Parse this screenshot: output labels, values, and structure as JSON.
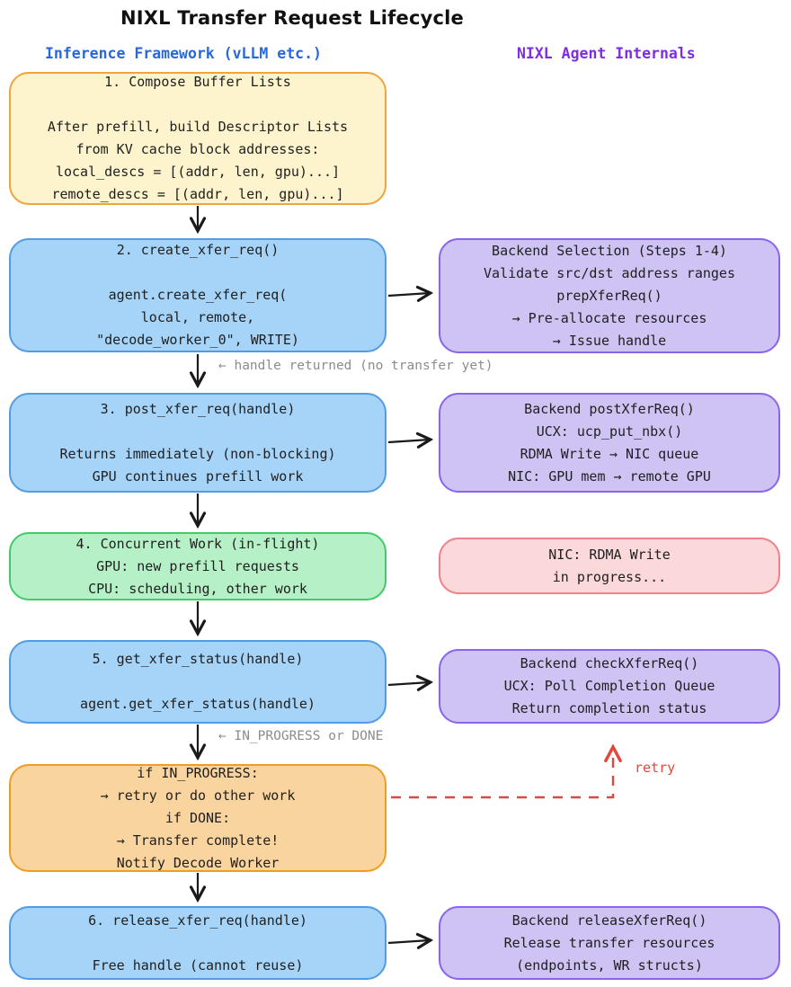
{
  "title": "NIXL Transfer Request Lifecycle",
  "headers": {
    "left": "Inference Framework (vLLM etc.)",
    "right": "NIXL Agent Internals"
  },
  "left_boxes": [
    {
      "name": "compose-buffer-lists",
      "text": "1. Compose Buffer Lists\n\nAfter prefill, build Descriptor Lists\nfrom KV cache block addresses:\nlocal_descs = [(addr, len, gpu)...]\nremote_descs = [(addr, len, gpu)...]"
    },
    {
      "name": "create-xfer-req",
      "text": "2. create_xfer_req()\n\nagent.create_xfer_req(\nlocal, remote,\n\"decode_worker_0\", WRITE)"
    },
    {
      "name": "post-xfer-req",
      "text": "3. post_xfer_req(handle)\n\nReturns immediately (non-blocking)\nGPU continues prefill work"
    },
    {
      "name": "concurrent-work",
      "text": "4. Concurrent Work (in-flight)\nGPU: new prefill requests\nCPU: scheduling, other work"
    },
    {
      "name": "get-xfer-status",
      "text": "5. get_xfer_status(handle)\n\nagent.get_xfer_status(handle)"
    },
    {
      "name": "status-branch",
      "text": "if IN_PROGRESS:\n→ retry or do other work\nif DONE:\n→ Transfer complete!\nNotify Decode Worker"
    },
    {
      "name": "release-xfer-req",
      "text": "6. release_xfer_req(handle)\n\nFree handle (cannot reuse)"
    }
  ],
  "right_boxes": [
    {
      "name": "backend-selection",
      "text": "Backend Selection (Steps 1-4)\nValidate src/dst address ranges\nprepXferReq()\n→ Pre-allocate resources\n→ Issue handle"
    },
    {
      "name": "backend-post-xfer-req",
      "text": "Backend postXferReq()\nUCX: ucp_put_nbx()\nRDMA Write → NIC queue\nNIC: GPU mem → remote GPU"
    },
    {
      "name": "nic-rdma-in-progress",
      "text": "NIC: RDMA Write\nin progress..."
    },
    {
      "name": "backend-check-xfer-req",
      "text": "Backend checkXferReq()\nUCX: Poll Completion Queue\nReturn completion status"
    },
    {
      "name": "backend-release-xfer-req",
      "text": "Backend releaseXferReq()\nRelease transfer resources\n(endpoints, WR structs)"
    }
  ],
  "annotations": {
    "handle_returned": "← handle returned (no transfer yet)",
    "status_result": "← IN_PROGRESS or DONE",
    "retry": "retry"
  },
  "edges": [
    {
      "from": "compose-buffer-lists",
      "to": "create-xfer-req",
      "style": "solid-black"
    },
    {
      "from": "create-xfer-req",
      "to": "post-xfer-req",
      "style": "solid-black"
    },
    {
      "from": "post-xfer-req",
      "to": "concurrent-work",
      "style": "solid-black"
    },
    {
      "from": "concurrent-work",
      "to": "get-xfer-status",
      "style": "solid-black"
    },
    {
      "from": "get-xfer-status",
      "to": "status-branch",
      "style": "solid-black"
    },
    {
      "from": "status-branch",
      "to": "release-xfer-req",
      "style": "solid-black"
    },
    {
      "from": "create-xfer-req",
      "to": "backend-selection",
      "style": "solid-black"
    },
    {
      "from": "post-xfer-req",
      "to": "backend-post-xfer-req",
      "style": "solid-black"
    },
    {
      "from": "get-xfer-status",
      "to": "backend-check-xfer-req",
      "style": "solid-black"
    },
    {
      "from": "release-xfer-req",
      "to": "backend-release-xfer-req",
      "style": "solid-black"
    },
    {
      "from": "status-branch",
      "to": "backend-check-xfer-req",
      "style": "dashed-red",
      "label": "retry"
    }
  ],
  "colors": {
    "title": "#111111",
    "header_left": "#2968db",
    "header_right": "#7d2ee0",
    "yellow_fill": "#fdf3cc",
    "yellow_border": "#f0a43a",
    "blue_fill": "#a6d4f8",
    "blue_border": "#539be2",
    "green_fill": "#b6f0c6",
    "green_border": "#41c96b",
    "purple_fill": "#cfc3f4",
    "purple_border": "#8a63ee",
    "pink_fill": "#fbd8da",
    "pink_border": "#f0808a",
    "orange_fill": "#f9d49e",
    "orange_border": "#ef9d20",
    "annotation_gray": "#8c8c8c",
    "retry_red": "#e5463c",
    "arrow_black": "#1a1a1a"
  }
}
